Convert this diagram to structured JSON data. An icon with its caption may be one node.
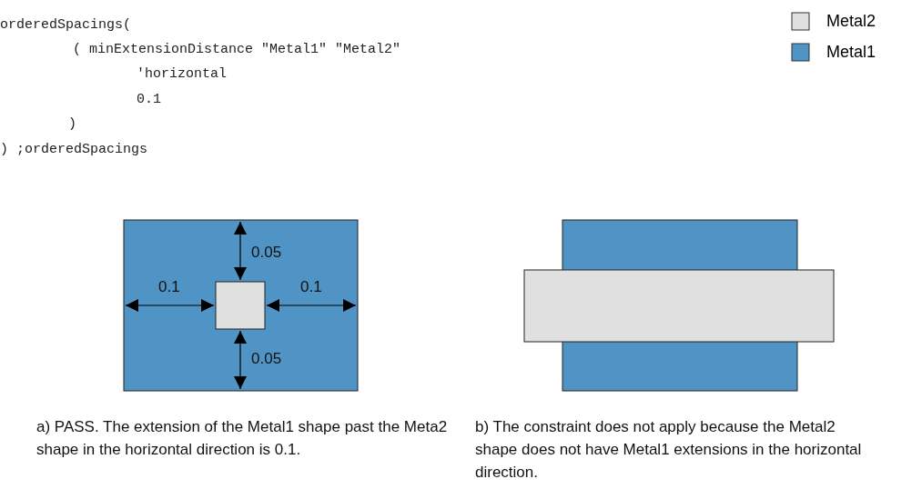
{
  "diagram": {
    "labels": [
      "orderedSpacings(",
      "( minExtensionDistance \"Metal1\" \"Metal2\"",
      "'horizontal",
      "0.1",
      ")",
      ") ;orderedSpacings",
      "0.05",
      "0.1",
      "0.1",
      "0.05",
      "a) PASS. The extension of the Metal1 shape past the Meta2 shape in the horizontal direction is 0.1.",
      "b) The constraint does not apply because the Metal2 shape does not have Metal1 extensions in the horizontal direction."
    ],
    "legend": [
      {
        "text": "Metal2",
        "color": "#e0e0e0"
      },
      {
        "text": "Metal1",
        "color": "#4f94c4"
      }
    ]
  }
}
